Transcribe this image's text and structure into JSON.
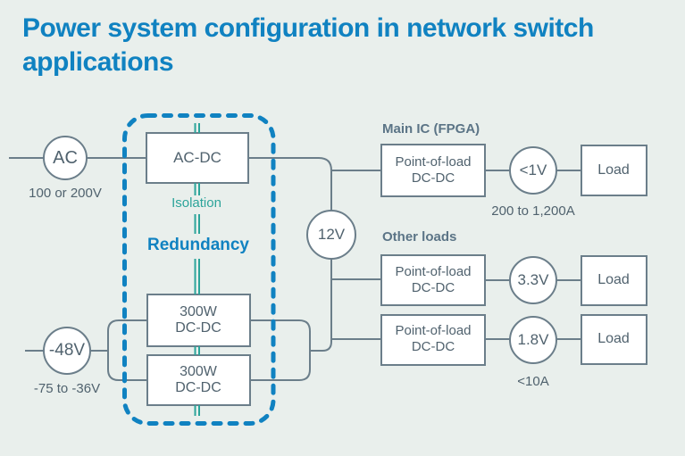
{
  "title": "Power system configuration in network switch applications",
  "colors": {
    "accent_blue": "#1082c1",
    "teal": "#2ca49a",
    "slate_line": "#6b7e8a",
    "slate_text": "#50626e",
    "header_text": "#5b7486",
    "background": "#e9efec"
  },
  "sources": {
    "ac": {
      "label": "AC",
      "range": "100 or 200V"
    },
    "dc": {
      "label": "-48V",
      "range": "-75 to -36V"
    }
  },
  "front_end": {
    "acdc_label": "AC-DC",
    "isolation_label": "Isolation",
    "redundancy_label": "Redundancy",
    "dcdc_modules": [
      {
        "line1": "300W",
        "line2": "DC-DC"
      },
      {
        "line1": "300W",
        "line2": "DC-DC"
      }
    ]
  },
  "bus": {
    "label": "12V"
  },
  "sections": {
    "main_ic_header": "Main IC (FPGA)",
    "other_loads_header": "Other loads"
  },
  "rails": [
    {
      "pol_line1": "Point-of-load",
      "pol_line2": "DC-DC",
      "voltage": "<1V",
      "load": "Load",
      "current_note": "200 to 1,200A"
    },
    {
      "pol_line1": "Point-of-load",
      "pol_line2": "DC-DC",
      "voltage": "3.3V",
      "load": "Load"
    },
    {
      "pol_line1": "Point-of-load",
      "pol_line2": "DC-DC",
      "voltage": "1.8V",
      "load": "Load",
      "current_note": "<10A"
    }
  ]
}
